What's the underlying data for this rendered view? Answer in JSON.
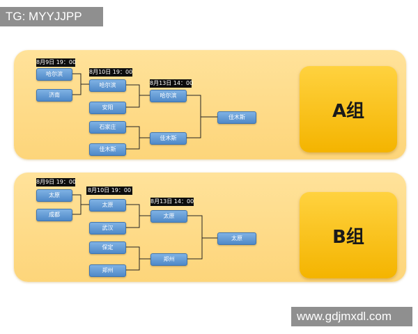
{
  "watermark_top": "TG: MYYJJPP",
  "watermark_bottom": "www.gdjmxdl.com",
  "group_a": {
    "label": "A组",
    "round1_date": "8月9日 19：00",
    "round2_date": "8月10日 19：00",
    "round3_date": "8月13日 14：00",
    "round1": [
      "哈尔滨",
      "济南"
    ],
    "round2": [
      "哈尔滨",
      "安阳",
      "石家庄",
      "佳木斯"
    ],
    "round3": [
      "哈尔滨",
      "佳木斯"
    ],
    "winner": "佳木斯"
  },
  "group_b": {
    "label": "B组",
    "round1_date": "8月9日 19：00",
    "round2_date": "8月10日 19：00",
    "round3_date": "8月13日 14：00",
    "round1": [
      "太原",
      "成都"
    ],
    "round2": [
      "太原",
      "武汉",
      "保定",
      "郑州"
    ],
    "round3": [
      "太原",
      "郑州"
    ],
    "winner": "太原"
  },
  "colors": {
    "panel": "#fdd57a",
    "group_box": "#f4b400",
    "team_box": "#4f89c8",
    "date_tag": "#0d0d0d"
  }
}
